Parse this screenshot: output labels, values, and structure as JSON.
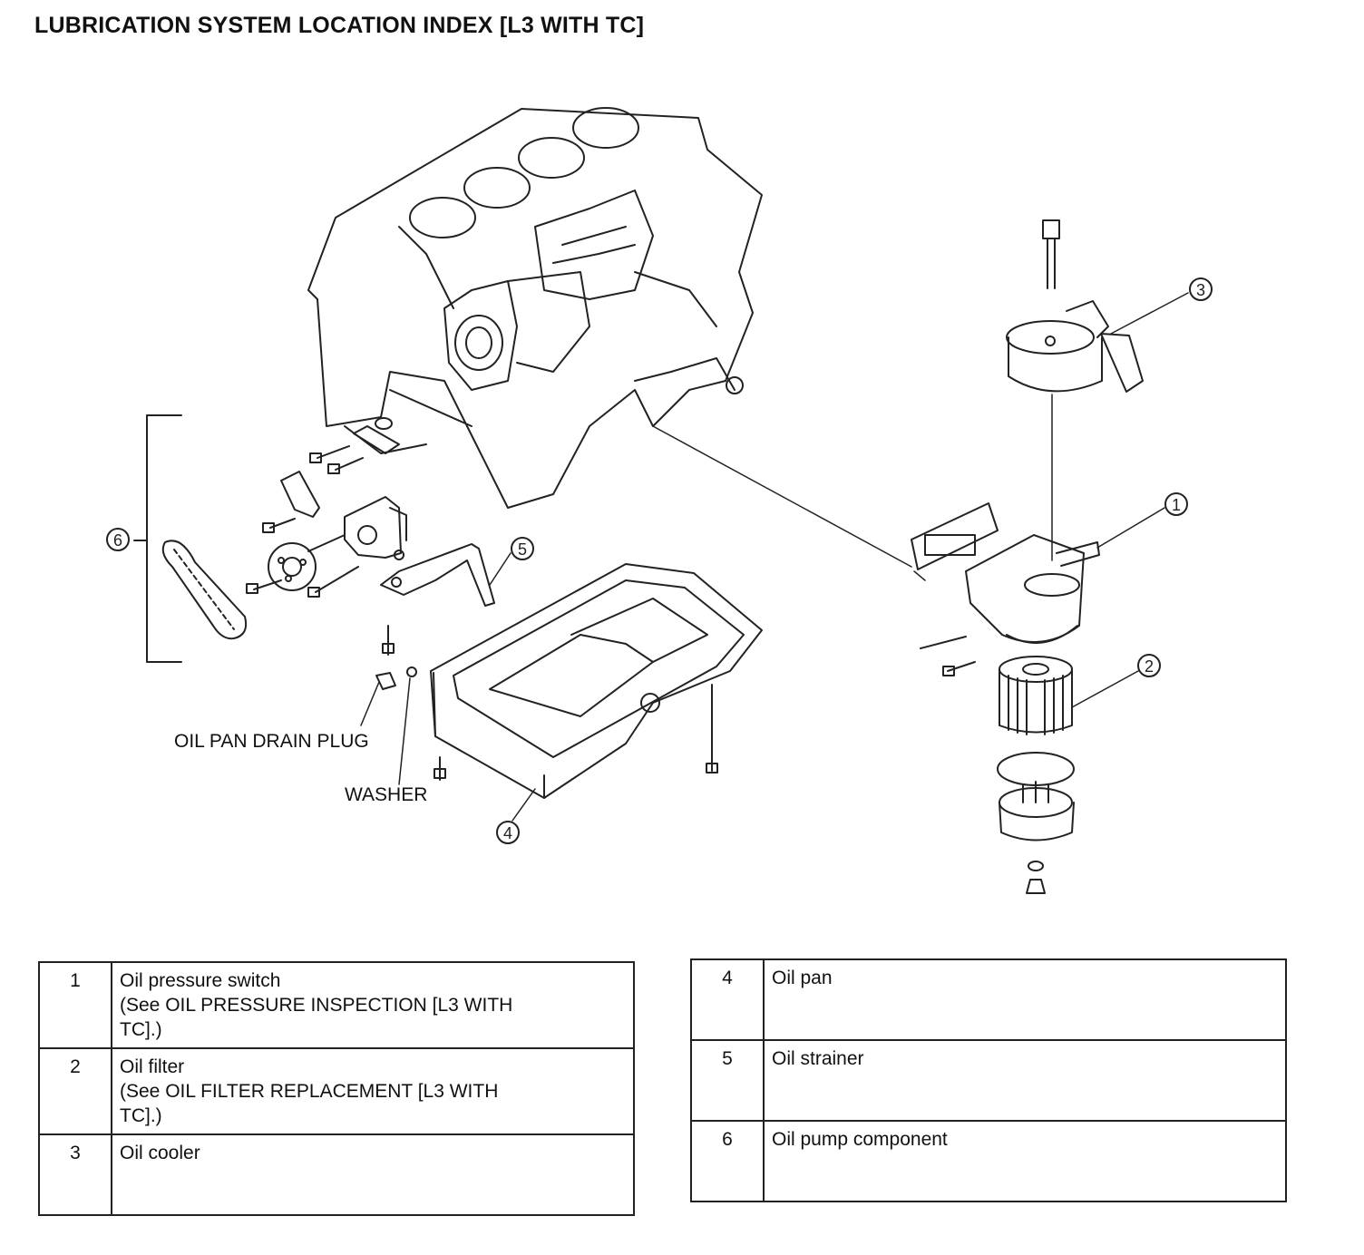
{
  "title": "LUBRICATION SYSTEM LOCATION INDEX [L3 WITH TC]",
  "callouts": {
    "drain_plug": "OIL PAN DRAIN PLUG",
    "washer": "WASHER"
  },
  "markers": {
    "m1": "1",
    "m2": "2",
    "m3": "3",
    "m4": "4",
    "m5": "5",
    "m6": "6"
  },
  "legend_left": [
    {
      "num": "1",
      "name": "Oil pressure switch",
      "note": "(See OIL PRESSURE INSPECTION [L3 WITH TC].)"
    },
    {
      "num": "2",
      "name": "Oil filter",
      "note": "(See OIL FILTER REPLACEMENT [L3 WITH TC].)"
    },
    {
      "num": "3",
      "name": "Oil cooler",
      "note": ""
    }
  ],
  "legend_right": [
    {
      "num": "4",
      "name": "Oil pan",
      "note": ""
    },
    {
      "num": "5",
      "name": "Oil strainer",
      "note": ""
    },
    {
      "num": "6",
      "name": "Oil pump component",
      "note": ""
    }
  ]
}
